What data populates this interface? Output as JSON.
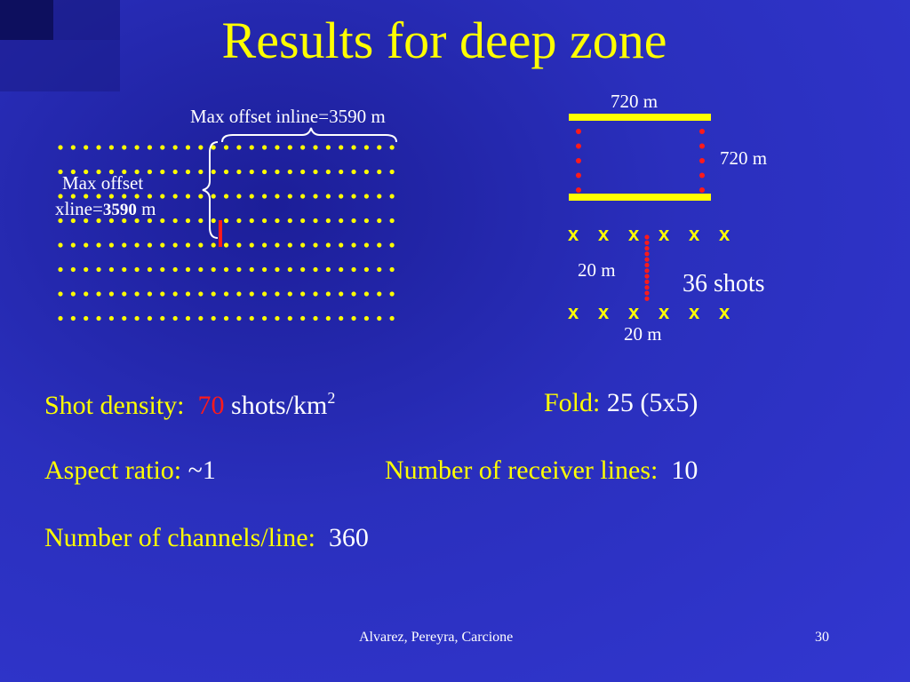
{
  "slide": {
    "title": "Results for deep zone",
    "grid": {
      "inline_label": "Max offset inline=3590 m",
      "xline_label_1": "Max offset",
      "xline_label_2a": "xline=",
      "xline_label_2b": "3590",
      "xline_label_2c": " m"
    },
    "template": {
      "top_width": "720 m",
      "side_width": "720 m",
      "receiver_spacing": "20 m",
      "shot_spacing": "20 m",
      "shots": "36 shots",
      "x_mark": "x"
    },
    "stats": {
      "shot_density_label": "Shot density:",
      "shot_density_value": "70",
      "shot_density_unit": "shots/km",
      "shot_density_sup": "2",
      "fold_label": "Fold:",
      "fold_value": "25 (5x5)",
      "aspect_label": "Aspect ratio:",
      "aspect_value": "~1",
      "receiver_lines_label": "Number of receiver lines:",
      "receiver_lines_value": "10",
      "channels_label": "Number of channels/line:",
      "channels_value": "360"
    },
    "footer": {
      "authors": "Alvarez, Pereyra, Carcione",
      "page": "30"
    },
    "colors": {
      "accent": "#ffff00",
      "highlight": "#ff1a1a",
      "text": "#ffffff",
      "background": "#2b2fc0"
    }
  }
}
